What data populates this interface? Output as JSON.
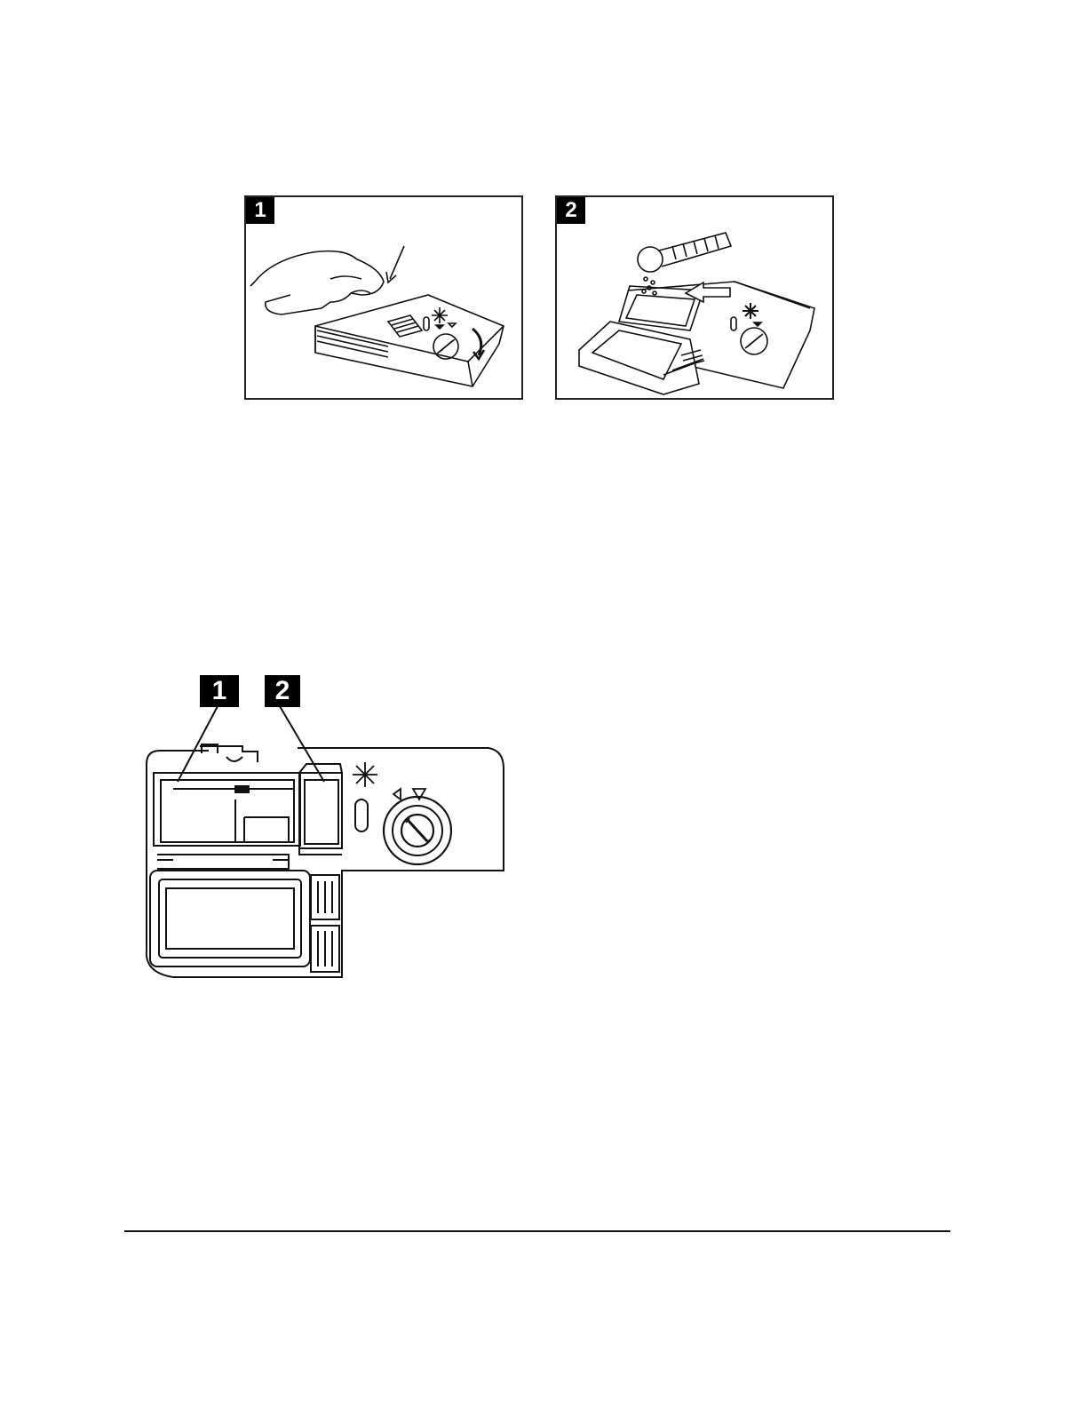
{
  "top_figures": {
    "panel_1": {
      "step_number": "1"
    },
    "panel_2": {
      "step_number": "2"
    }
  },
  "bottom_figure": {
    "callouts": [
      {
        "label": "1"
      },
      {
        "label": "2"
      }
    ]
  },
  "icons": {
    "rinse_aid_indicator": "sun-icon",
    "dial": "dial-icon",
    "arrow": "arrow-icon"
  },
  "colors": {
    "line": "#111111",
    "background": "#ffffff"
  }
}
